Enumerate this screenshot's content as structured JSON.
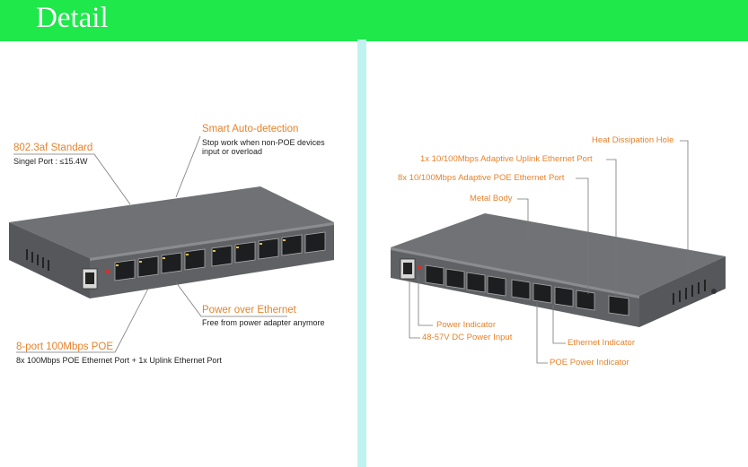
{
  "header": {
    "title": "Detail"
  },
  "left": {
    "standard": {
      "title": "802.3af Standard",
      "desc": "Singel Port : ≤15.4W"
    },
    "auto_detect": {
      "title": "Smart Auto-detection",
      "desc1": "Stop work when non-POE devices",
      "desc2": "input or overload"
    },
    "poe_power": {
      "title": "Power over Ethernet",
      "desc": "Free from power adapter anymore"
    },
    "ports": {
      "title": "8-port 100Mbps POE",
      "desc": "8x 100Mbps POE Ethernet Port + 1x Uplink Ethernet Port"
    }
  },
  "right": {
    "heat": "Heat Dissipation Hole",
    "uplink": "1x 10/100Mbps Adaptive Uplink Ethernet Port",
    "poe_ports": "8x 10/100Mbps Adaptive POE Ethernet Port",
    "metal": "Metal Body",
    "power_ind": "Power Indicator",
    "dc_input": "48-57V DC Power Input",
    "eth_ind": "Ethernet Indicator",
    "poe_ind": "POE Power Indicator"
  },
  "colors": {
    "header": "#1ee84a",
    "accent": "#e8822a",
    "divider": "#bff3f0"
  }
}
